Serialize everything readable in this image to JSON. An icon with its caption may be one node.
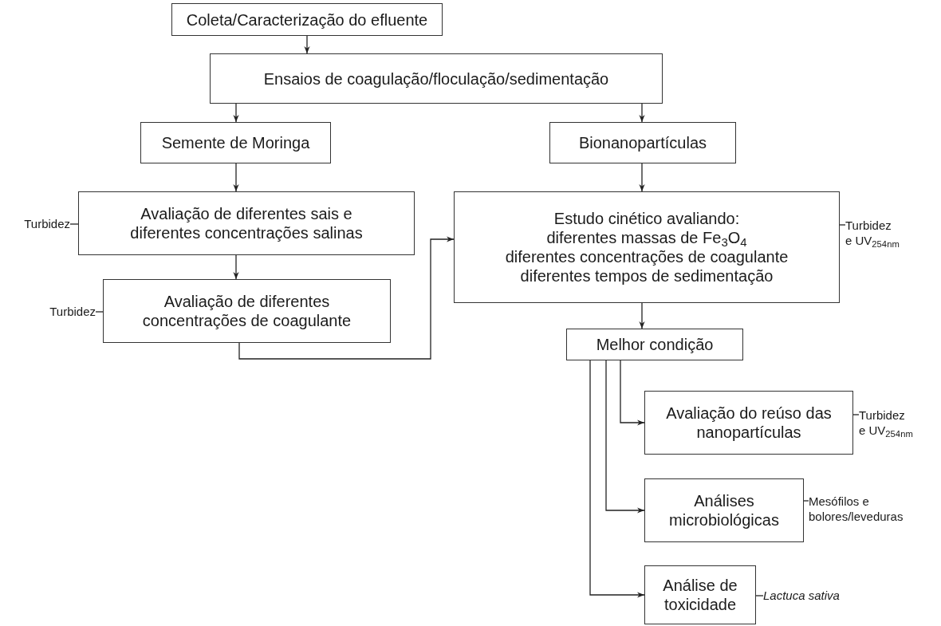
{
  "diagram": {
    "nodes": [
      {
        "text": [
          "Coleta/Caracterização do efluente"
        ]
      },
      {
        "text": [
          "Ensaios de coagulação/floculação/sedimentação"
        ]
      },
      {
        "text": [
          "Semente de Moringa"
        ]
      },
      {
        "text": [
          "Bionanopartículas"
        ]
      },
      {
        "text": [
          "Avaliação de diferentes sais e diferentes concentrações salinas"
        ]
      },
      {
        "text": [
          "Turbidez"
        ]
      },
      {
        "text": [
          "Avaliação de diferentes concentrações de coagulante"
        ]
      },
      {
        "text": [
          "Turbidez"
        ]
      },
      {
        "text": [
          "Estudo cinético avaliando:",
          "diferentes massas de Fe$_{3}$O$_{4}$",
          "diferentes concentrações de coagulante",
          "diferentes tempos de sedimentação"
        ]
      },
      {
        "text": [
          "Turbidez e UV$_{254nm}$"
        ]
      },
      {
        "text": [
          "Melhor condição"
        ]
      },
      {
        "text": [
          "Avaliação do reúso das nanopartículas"
        ]
      },
      {
        "text": [
          "Turbidez e UV$_{254nm}$"
        ]
      },
      {
        "text": [
          "Análises microbiológicas"
        ]
      },
      {
        "text": [
          "Mesófilos e bolores/leveduras"
        ]
      },
      {
        "text": [
          "Análise de toxicidade"
        ]
      },
      {
        "text": [
          "*Lactuca sativa*"
        ]
      }
    ],
    "edges": [
      {
        "from": 0,
        "to": 1,
        "arrow": "to"
      },
      {
        "from": 1,
        "to": 2,
        "arrow": "to"
      },
      {
        "from": 1,
        "to": 3,
        "arrow": "to"
      },
      {
        "from": 2,
        "to": 4,
        "arrow": "to"
      },
      {
        "from": 4,
        "to": 6,
        "arrow": "to"
      },
      {
        "from": 6,
        "to": 8,
        "arrow": "to"
      },
      {
        "from": 3,
        "to": 8,
        "arrow": "to"
      },
      {
        "from": 8,
        "to": 10,
        "arrow": "to"
      },
      {
        "from": 10,
        "to": 11,
        "arrow": "to"
      },
      {
        "from": 10,
        "to": 13,
        "arrow": "to"
      },
      {
        "from": 10,
        "to": 15,
        "arrow": "to"
      },
      {
        "from": 5,
        "to": 4,
        "arrow": "none"
      },
      {
        "from": 7,
        "to": 6,
        "arrow": "none"
      },
      {
        "from": 9,
        "to": 8,
        "arrow": "none"
      },
      {
        "from": 12,
        "to": 11,
        "arrow": "none"
      },
      {
        "from": 14,
        "to": 13,
        "arrow": "none"
      },
      {
        "from": 16,
        "to": 15,
        "arrow": "none"
      }
    ]
  }
}
